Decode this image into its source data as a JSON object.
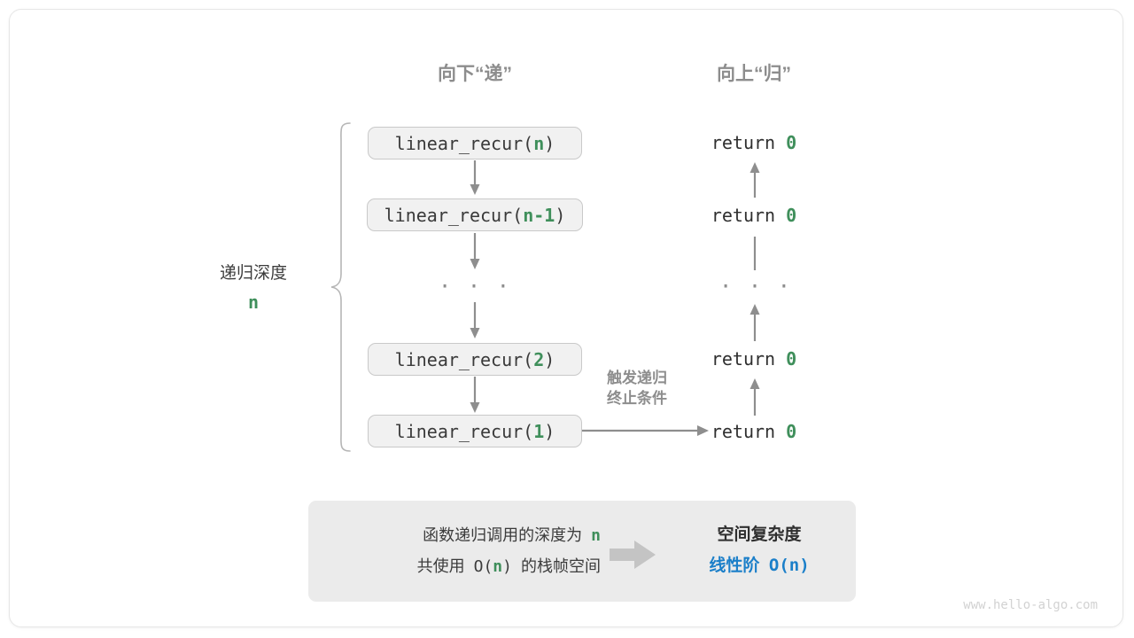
{
  "headers": {
    "down": "向下“递”",
    "up": "向上“归”"
  },
  "depth": {
    "label": "递归深度",
    "value": "n"
  },
  "calls": [
    {
      "prefix": "linear_recur(",
      "arg": "n",
      "suffix": ")"
    },
    {
      "prefix": "linear_recur(",
      "arg": "n-1",
      "suffix": ")"
    },
    {
      "prefix": "linear_recur(",
      "arg": "2",
      "suffix": ")"
    },
    {
      "prefix": "linear_recur(",
      "arg": "1",
      "suffix": ")"
    }
  ],
  "call_ellipsis": "· · ·",
  "returns": [
    {
      "keyword": "return",
      "value": "0"
    },
    {
      "keyword": "return",
      "value": "0"
    },
    {
      "keyword": "return",
      "value": "0"
    },
    {
      "keyword": "return",
      "value": "0"
    }
  ],
  "return_ellipsis": "· · ·",
  "note": {
    "line1": "触发递归",
    "line2": "终止条件"
  },
  "summary": {
    "left_line1_pre": "函数递归调用的深度为",
    "left_line1_var": "n",
    "left_line2_pre": "共使用",
    "left_line2_mid_open": "O(",
    "left_line2_var": "n",
    "left_line2_mid_close": ")",
    "left_line2_post": "的栈帧空间",
    "right_title": "空间复杂度",
    "right_result_zh": "线性阶",
    "right_result_mono": "O(n)"
  },
  "watermark": "www.hello-algo.com",
  "colors": {
    "accent_green": "#3f8f5b",
    "accent_blue": "#1b7fc9",
    "gray_text": "#8d8d8d",
    "box_fill": "#f1f1f1",
    "box_border": "#c9c9c9",
    "panel_fill": "#ebebeb",
    "arrow": "#8e8e8e"
  }
}
